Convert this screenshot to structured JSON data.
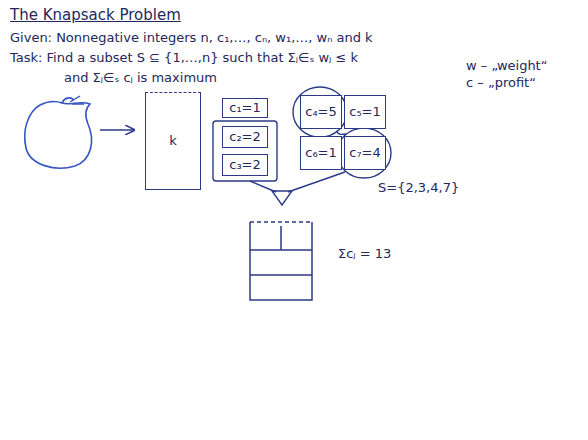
{
  "diagram": {
    "title": "The Knapsack Problem",
    "nodes": [
      {
        "text": [
          "k"
        ]
      },
      {
        "text": [
          "c₁=1"
        ]
      },
      {
        "text": [
          "c₂=2"
        ]
      },
      {
        "text": [
          "c₃=2"
        ]
      },
      {
        "text": [
          "c₄=5"
        ]
      },
      {
        "text": [
          "c₅=1"
        ]
      },
      {
        "text": [
          "c₆=1"
        ]
      },
      {
        "text": [
          "c₇=4"
        ]
      }
    ],
    "labels": [
      "Given: Nonnegative integers n, c₁,…, cₙ, w₁,…, wₙ and k",
      "Task: Find a subset S ⊆ {1,…,n} such that Σⱼ∈ₛ wⱼ ≤ k",
      "and Σⱼ∈ₛ cⱼ is maximum",
      "w – „weight“",
      "c – „profit“",
      "S={2,3,4,7}",
      "Σcⱼ = 13"
    ]
  }
}
